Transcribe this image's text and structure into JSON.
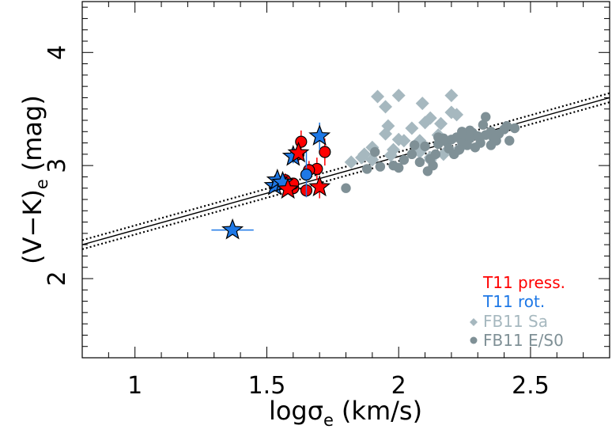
{
  "chart_data": {
    "type": "scatter",
    "xlabel_main": "logσ",
    "xlabel_sub": "e",
    "xlabel_unit": "(km/s)",
    "ylabel_main": "(V−K)",
    "ylabel_sub": "e",
    "ylabel_unit": "(mag)",
    "xlim": [
      0.8,
      2.8
    ],
    "ylim": [
      1.3,
      4.45
    ],
    "xticks": [
      {
        "v": 1,
        "label": "1"
      },
      {
        "v": 1.5,
        "label": "1.5"
      },
      {
        "v": 2,
        "label": "2"
      },
      {
        "v": 2.5,
        "label": "2.5"
      }
    ],
    "yticks": [
      {
        "v": 2,
        "label": "2"
      },
      {
        "v": 3,
        "label": "3"
      },
      {
        "v": 4,
        "label": "4"
      }
    ],
    "fit_line": {
      "x": [
        0.8,
        2.8
      ],
      "y": [
        2.3,
        3.6
      ]
    },
    "fit_bands": [
      {
        "x": [
          0.8,
          2.8
        ],
        "y": [
          2.34,
          3.64
        ]
      },
      {
        "x": [
          0.8,
          2.8
        ],
        "y": [
          2.26,
          3.56
        ]
      }
    ],
    "legend": [
      {
        "label": "T11 press.",
        "color": "#ff0000",
        "marker": "none"
      },
      {
        "label": "T11 rot.",
        "color": "#1e78e6",
        "marker": "none"
      },
      {
        "label": "FB11 Sa",
        "color": "#a6b8bf",
        "marker": "diamond"
      },
      {
        "label": "FB11 E/S0",
        "color": "#7f9096",
        "marker": "circle"
      }
    ],
    "series": [
      {
        "name": "FB11 Sa",
        "marker": "diamond",
        "color": "#a6b8bf",
        "points": [
          [
            1.92,
            3.61
          ],
          [
            2.0,
            3.62
          ],
          [
            2.09,
            3.55
          ],
          [
            2.2,
            3.62
          ],
          [
            1.95,
            3.52
          ],
          [
            2.12,
            3.42
          ],
          [
            2.2,
            3.47
          ],
          [
            1.96,
            3.35
          ],
          [
            2.05,
            3.33
          ],
          [
            2.16,
            3.37
          ],
          [
            2.22,
            3.45
          ],
          [
            2.1,
            3.38
          ],
          [
            1.95,
            3.28
          ],
          [
            2.0,
            3.23
          ],
          [
            2.08,
            3.22
          ],
          [
            2.15,
            3.27
          ],
          [
            1.9,
            3.16
          ],
          [
            1.98,
            3.14
          ],
          [
            2.12,
            3.07
          ],
          [
            1.86,
            3.07
          ],
          [
            1.9,
            3.05
          ],
          [
            1.82,
            3.03
          ],
          [
            2.08,
            3.12
          ],
          [
            2.17,
            3.1
          ],
          [
            2.12,
            3.05
          ],
          [
            2.02,
            3.22
          ],
          [
            1.87,
            3.1
          ],
          [
            1.97,
            3.09
          ],
          [
            2.23,
            3.15
          ]
        ]
      },
      {
        "name": "FB11 E/S0",
        "marker": "circle",
        "color": "#7f9096",
        "points": [
          [
            1.8,
            2.8
          ],
          [
            1.88,
            2.97
          ],
          [
            1.93,
            2.99
          ],
          [
            1.98,
            3.0
          ],
          [
            2.02,
            3.05
          ],
          [
            2.08,
            3.03
          ],
          [
            2.12,
            3.06
          ],
          [
            2.14,
            3.1
          ],
          [
            2.1,
            3.17
          ],
          [
            2.15,
            3.19
          ],
          [
            2.18,
            3.21
          ],
          [
            2.2,
            3.23
          ],
          [
            2.22,
            3.25
          ],
          [
            2.24,
            3.21
          ],
          [
            2.25,
            3.27
          ],
          [
            2.27,
            3.24
          ],
          [
            2.28,
            3.29
          ],
          [
            2.3,
            3.26
          ],
          [
            2.31,
            3.2
          ],
          [
            2.33,
            3.27
          ],
          [
            2.35,
            3.3
          ],
          [
            2.36,
            3.24
          ],
          [
            2.38,
            3.28
          ],
          [
            2.4,
            3.32
          ],
          [
            2.42,
            3.22
          ],
          [
            2.32,
            3.36
          ],
          [
            2.19,
            3.15
          ],
          [
            2.23,
            3.14
          ],
          [
            2.26,
            3.18
          ],
          [
            2.29,
            3.16
          ],
          [
            2.21,
            3.1
          ],
          [
            2.05,
            3.1
          ],
          [
            2.15,
            3.25
          ],
          [
            2.17,
            3.24
          ],
          [
            2.33,
            3.43
          ],
          [
            2.41,
            3.35
          ],
          [
            2.44,
            3.33
          ],
          [
            1.91,
            3.12
          ],
          [
            2.06,
            3.18
          ],
          [
            2.13,
            3.0
          ],
          [
            2.37,
            3.22
          ],
          [
            2.11,
            2.95
          ],
          [
            2.0,
            2.98
          ],
          [
            2.27,
            3.31
          ],
          [
            2.24,
            3.3
          ],
          [
            2.35,
            3.18
          ]
        ]
      },
      {
        "name": "T11 press.",
        "marker": "circle",
        "color": "#ff0000",
        "points": [
          [
            1.6,
            2.8
          ],
          [
            1.57,
            2.87
          ],
          [
            1.6,
            2.84
          ],
          [
            1.62,
            3.1
          ],
          [
            1.63,
            3.21
          ],
          [
            1.69,
            2.97
          ],
          [
            1.72,
            3.12
          ],
          [
            1.66,
            2.96
          ],
          [
            1.65,
            2.78
          ]
        ],
        "errors": [
          0.04,
          0.06,
          0.05,
          0.08,
          0.1,
          0.1,
          0.12,
          0.08,
          0.06
        ]
      },
      {
        "name": "T11 rot.",
        "marker": "circle",
        "color": "#1e78e6",
        "points": [
          [
            1.65,
            2.92
          ]
        ],
        "errors": [
          0.2
        ]
      }
    ],
    "stars": [
      {
        "x": 1.37,
        "y": 2.43,
        "color": "#1e78e6",
        "xerr": 0.08,
        "yerr": 0.03
      },
      {
        "x": 1.53,
        "y": 2.82,
        "color": "#1e78e6",
        "xerr": 0.02,
        "yerr": 0.05
      },
      {
        "x": 1.54,
        "y": 2.87,
        "color": "#1e78e6",
        "xerr": 0.01,
        "yerr": 0.04
      },
      {
        "x": 1.56,
        "y": 2.85,
        "color": "#1e78e6",
        "xerr": 0.01,
        "yerr": 0.04
      },
      {
        "x": 1.58,
        "y": 2.79,
        "color": "#ff0000",
        "xerr": 0.01,
        "yerr": 0.04
      },
      {
        "x": 1.6,
        "y": 3.08,
        "color": "#1e78e6",
        "xerr": 0.02,
        "yerr": 0.06
      },
      {
        "x": 1.62,
        "y": 3.11,
        "color": "#ff0000",
        "xerr": 0.01,
        "yerr": 0.05
      },
      {
        "x": 1.7,
        "y": 3.26,
        "color": "#1e78e6",
        "xerr": 0.01,
        "yerr": 0.12
      },
      {
        "x": 1.7,
        "y": 2.81,
        "color": "#ff0000",
        "xerr": 0.01,
        "yerr": 0.1
      }
    ]
  }
}
